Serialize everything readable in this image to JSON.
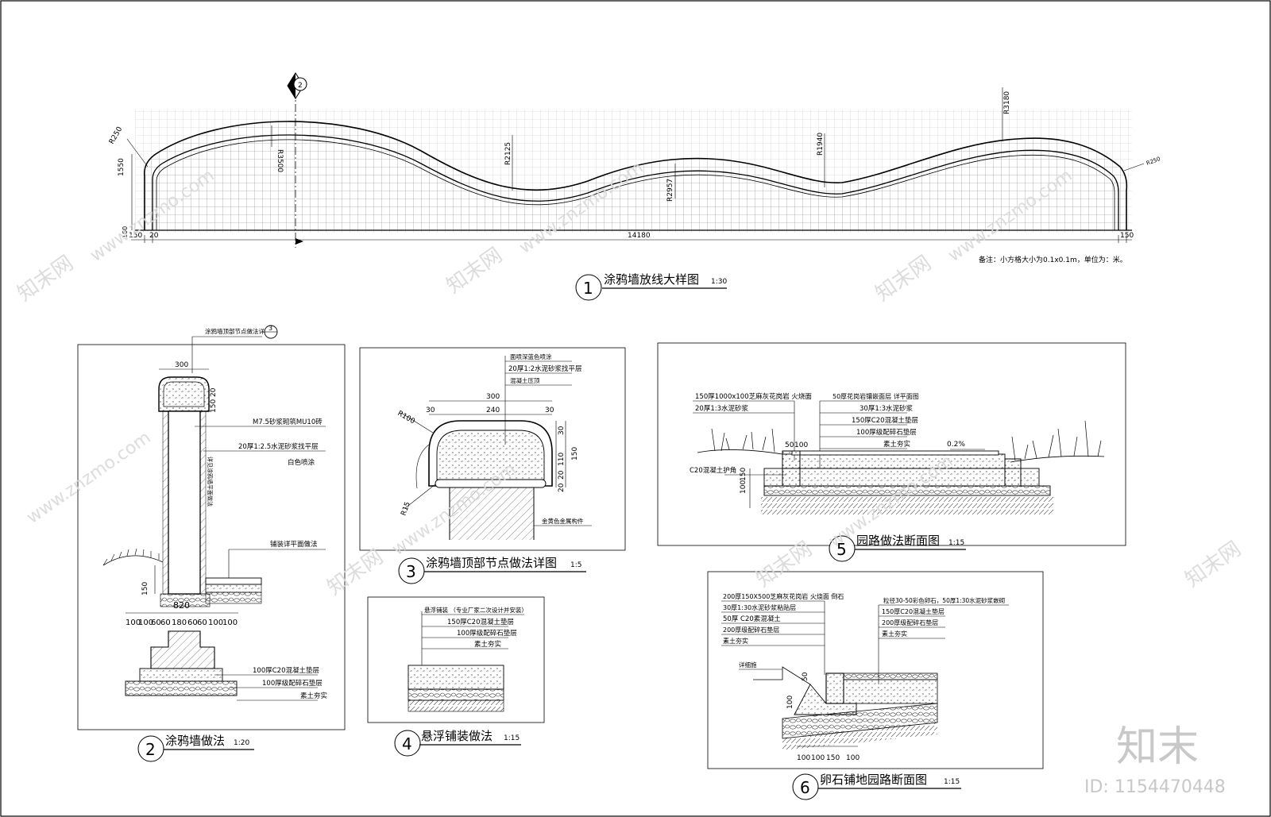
{
  "drawing1": {
    "num": "1",
    "title": "涂鸦墙放线大样图",
    "scale": "1:30",
    "section_mark": "2",
    "note": "备注：小方格大小为0.1x0.1m，单位为：米。",
    "radii": [
      "R250",
      "R3500",
      "R2125",
      "R2957",
      "R1940",
      "R3180",
      "R250"
    ],
    "dims": {
      "height": "1550",
      "base": "100",
      "left": "150",
      "left2": "20",
      "length": "14180",
      "right": "150"
    }
  },
  "drawing2": {
    "num": "2",
    "title": "涂鸦墙做法",
    "scale": "1:20",
    "ref_label": "涂鸦墙顶部节点做法详图",
    "ref_num": "3",
    "top_width": "300",
    "top_dims": [
      "20",
      "150"
    ],
    "labels": [
      "M7.5砂浆砌筑MU10砖",
      "20厚1:2.5水泥砂浆找平层",
      "白色喷涂",
      "铺装详平面做法",
      "100厚C20混凝土垫层",
      "100厚级配碎石垫层",
      "素土夯实"
    ],
    "vertical_label": "详见涂鸦墙平面做法",
    "dim_150": "150",
    "width_820": "820",
    "bottom_dims": [
      "100",
      "100",
      "60",
      "60",
      "180",
      "60",
      "60",
      "100",
      "100"
    ]
  },
  "drawing3": {
    "num": "3",
    "title": "涂鸦墙顶部节点做法详图",
    "scale": "1:5",
    "labels": [
      "面喷深蓝色喷涂",
      "20厚1:2水泥砂浆找平层",
      "混凝土压顶",
      "金黄色金属构件"
    ],
    "dims_top": [
      "30",
      "300",
      "240",
      "30"
    ],
    "dims_right": [
      "30",
      "150",
      "110",
      "20",
      "20"
    ],
    "radii": [
      "R100",
      "R15"
    ]
  },
  "drawing4": {
    "num": "4",
    "title": "悬浮铺装做法",
    "scale": "1:15",
    "labels": [
      "悬浮铺装  （专业厂家二次设计并安装）",
      "150厚C20混凝土垫层",
      "100厚级配碎石垫层",
      "素土夯实"
    ]
  },
  "drawing5": {
    "num": "5",
    "title": "园路做法断面图",
    "scale": "1:15",
    "labels_left": [
      "150厚1000x100芝麻灰花岗岩  火烧面",
      "20厚1:3水泥砂浆"
    ],
    "labels_right": [
      "50厚花岗岩镶嵌面层  详平面图",
      "30厚1:3水泥砂浆",
      "150厚C20混凝土垫层",
      "100厚级配碎石垫层",
      "素土夯实"
    ],
    "c20": "C20混凝土护角",
    "slope": "0.2%",
    "dims": [
      "50",
      "100",
      "100",
      "150"
    ]
  },
  "drawing6": {
    "num": "6",
    "title": "卵石铺地园路断面图",
    "scale": "1:15",
    "labels_left": [
      "200厚150X500芝麻灰花岗岩  火烧面  倒石",
      "30厚1:30水泥砂浆粘贴层",
      "50厚 C20素混凝土",
      "200厚级配碎石垫层",
      "素土夯实"
    ],
    "labels_right": [
      "粒径30-50彩色卵石，50厚1:30水泥砂浆嵌砌",
      "150厚C20混凝土垫层",
      "200厚级配碎石垫层",
      "素土夯实"
    ],
    "misc": "详细施",
    "dims": [
      "50",
      "100",
      "100",
      "100",
      "150",
      "100"
    ]
  },
  "watermark": {
    "cn": "知末网",
    "url": "www.znzmo.com",
    "brand": "知末",
    "id": "ID: 1154470448"
  }
}
